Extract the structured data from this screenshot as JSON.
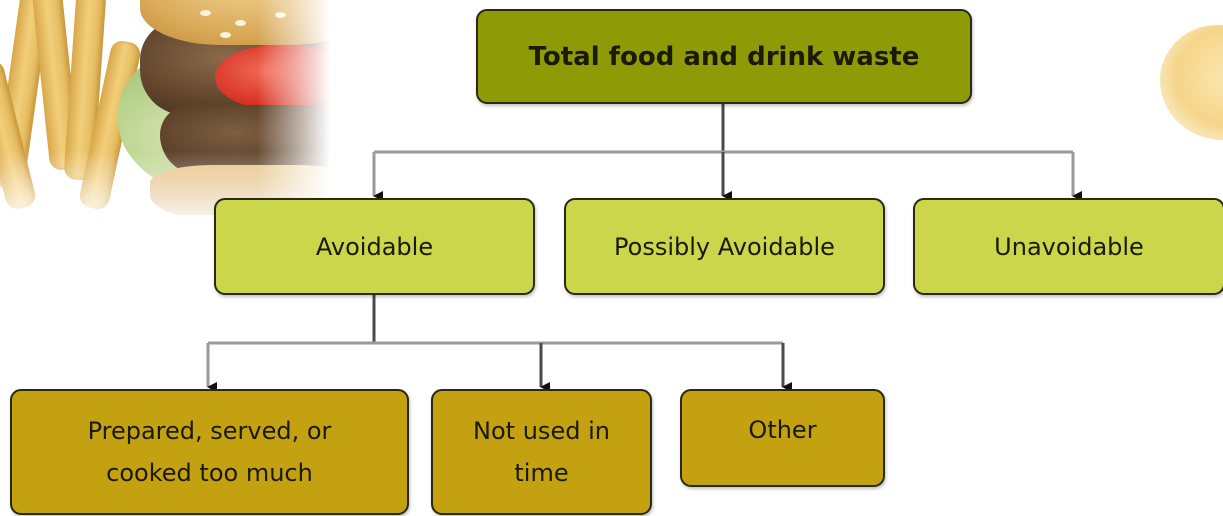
{
  "diagram": {
    "root": {
      "label": "Total food and drink waste"
    },
    "categories": [
      {
        "label": "Avoidable"
      },
      {
        "label": "Possibly Avoidable"
      },
      {
        "label": "Unavoidable"
      }
    ],
    "avoidable_breakdown": [
      {
        "line1": "Prepared, served, or",
        "line2": "cooked too much"
      },
      {
        "line1": "Not used in",
        "line2": "time"
      },
      {
        "line1": "Other",
        "line2": ""
      }
    ]
  },
  "colors": {
    "root_fill": "#8e9a06",
    "category_fill": "#ccd64a",
    "leaf_fill": "#c4a110",
    "border": "#2a2a10",
    "connector_dark": "#4a4a4a",
    "connector_light": "#9a9a9a"
  },
  "icons": {
    "photo": "burger-and-fries-image",
    "right_decoration": "bun-image"
  }
}
